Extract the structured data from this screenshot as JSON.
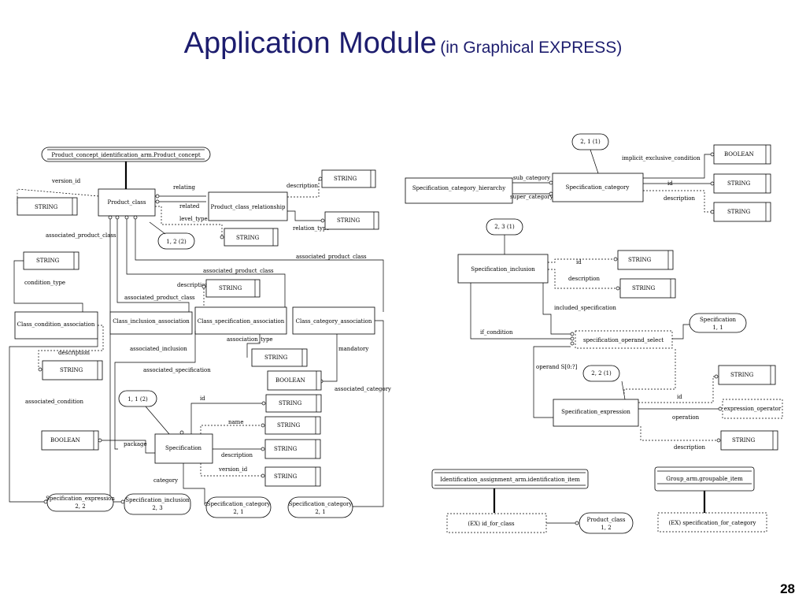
{
  "title": {
    "main": "Application Module",
    "sub": "(in Graphical EXPRESS)"
  },
  "page_number": "28",
  "left": {
    "pc_header": "Product_concept_identification_arm.Product_concept",
    "product_class": "Product_class",
    "version_id": "version_id",
    "relating": "relating",
    "related": "related",
    "level_type": "level_type",
    "pcr": "Product_class_relationship",
    "description": "description",
    "relation_type": "relation_type",
    "string": "STRING",
    "boolean": "BOOLEAN",
    "assoc_pc": "associated_product_class",
    "count_12_2": "1, 2 (2)",
    "condition_type": "condition_type",
    "cca": "Class_condition_association",
    "cia": "Class_inclusion_association",
    "csa": "Class_specification_association",
    "ccat": "Class_category_association",
    "associated_inclusion": "associated_inclusion",
    "association_type": "association_type",
    "mandatory": "mandatory",
    "associated_specification": "associated_specification",
    "associated_category": "associated_category",
    "associated_condition": "associated_condition",
    "count_11_2": "1, 1 (2)",
    "id": "id",
    "name": "name",
    "package": "package",
    "specification": "Specification",
    "category": "category",
    "version_id2": "version_id",
    "bottom": [
      {
        "name": "Specification_expression",
        "count": "2, 2"
      },
      {
        "name": "Specification_inclusion",
        "count": "2, 3"
      },
      {
        "name": "Specification_category",
        "count": "2, 1"
      },
      {
        "name": "Specification_category",
        "count": "2, 1"
      }
    ]
  },
  "right": {
    "sch": "Specification_category_hierarchy",
    "sub_category": "sub_category",
    "super_category": "super_category",
    "sc": "Specification_category",
    "count_21_1": "2, 1 (1)",
    "implicit": "implicit_exclusive_condition",
    "id": "id",
    "description": "description",
    "string": "STRING",
    "boolean": "BOOLEAN",
    "count_23_1": "2, 3 (1)",
    "si": "Specification_inclusion",
    "included_specification": "included_specification",
    "if_condition": "if_condition",
    "sos": "specification_operand_select",
    "spec_ref": "Specification",
    "spec_ref_count": "1, 1",
    "operand": "operand S[0:?]",
    "count_22_1": "2, 2 (1)",
    "se": "Specification_expression",
    "operation": "operation",
    "expr_op": "expression_operator",
    "iaa": "Identification_assignment_arm.identification_item",
    "ex_id": "(EX)  id_for_class",
    "pc_ref": "Product_class",
    "pc_ref_count": "1, 2",
    "ga": "Group_arm.groupable_item",
    "ex_spec": "(EX) specification_for_category"
  }
}
